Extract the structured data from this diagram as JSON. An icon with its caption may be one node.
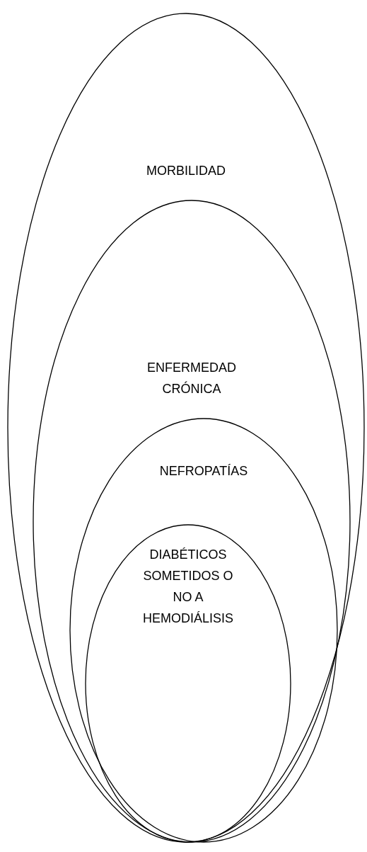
{
  "diagram": {
    "nodes": [
      {
        "text": [
          "MORBILIDAD"
        ]
      },
      {
        "text": [
          "ENFERMEDAD CRÓNICA"
        ],
        "in": 0
      },
      {
        "text": [
          "NEFROPATÍAS"
        ],
        "in": 1
      },
      {
        "text": [
          "DIABÉTICOS SOMETIDOS O NO A HEMODIÁLISIS"
        ],
        "in": 2
      }
    ]
  }
}
